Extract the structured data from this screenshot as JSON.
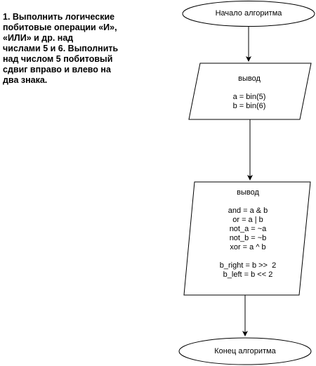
{
  "task_text": [
    "1. Выполнить логические",
    "побитовые операции «И»,",
    "«ИЛИ» и др. над",
    "числами 5 и 6. Выполнить",
    "над числом 5 побитовый",
    "сдвиг вправо и влево на",
    "два знака."
  ],
  "flowchart": {
    "start_label": "Начало алгоритма",
    "io1": {
      "title": "вывод",
      "lines": [
        "a = bin(5)",
        "b = bin(6)"
      ]
    },
    "io2": {
      "title": "вывод",
      "lines_ops": [
        "and = a & b",
        "or = a | b",
        "not_a = ~a",
        "not_b = ~b",
        "xor = a ^ b"
      ],
      "lines_shift": [
        "b_right = b >>  2",
        "b_left = b << 2"
      ]
    },
    "end_label": "Конец алгоритма"
  }
}
